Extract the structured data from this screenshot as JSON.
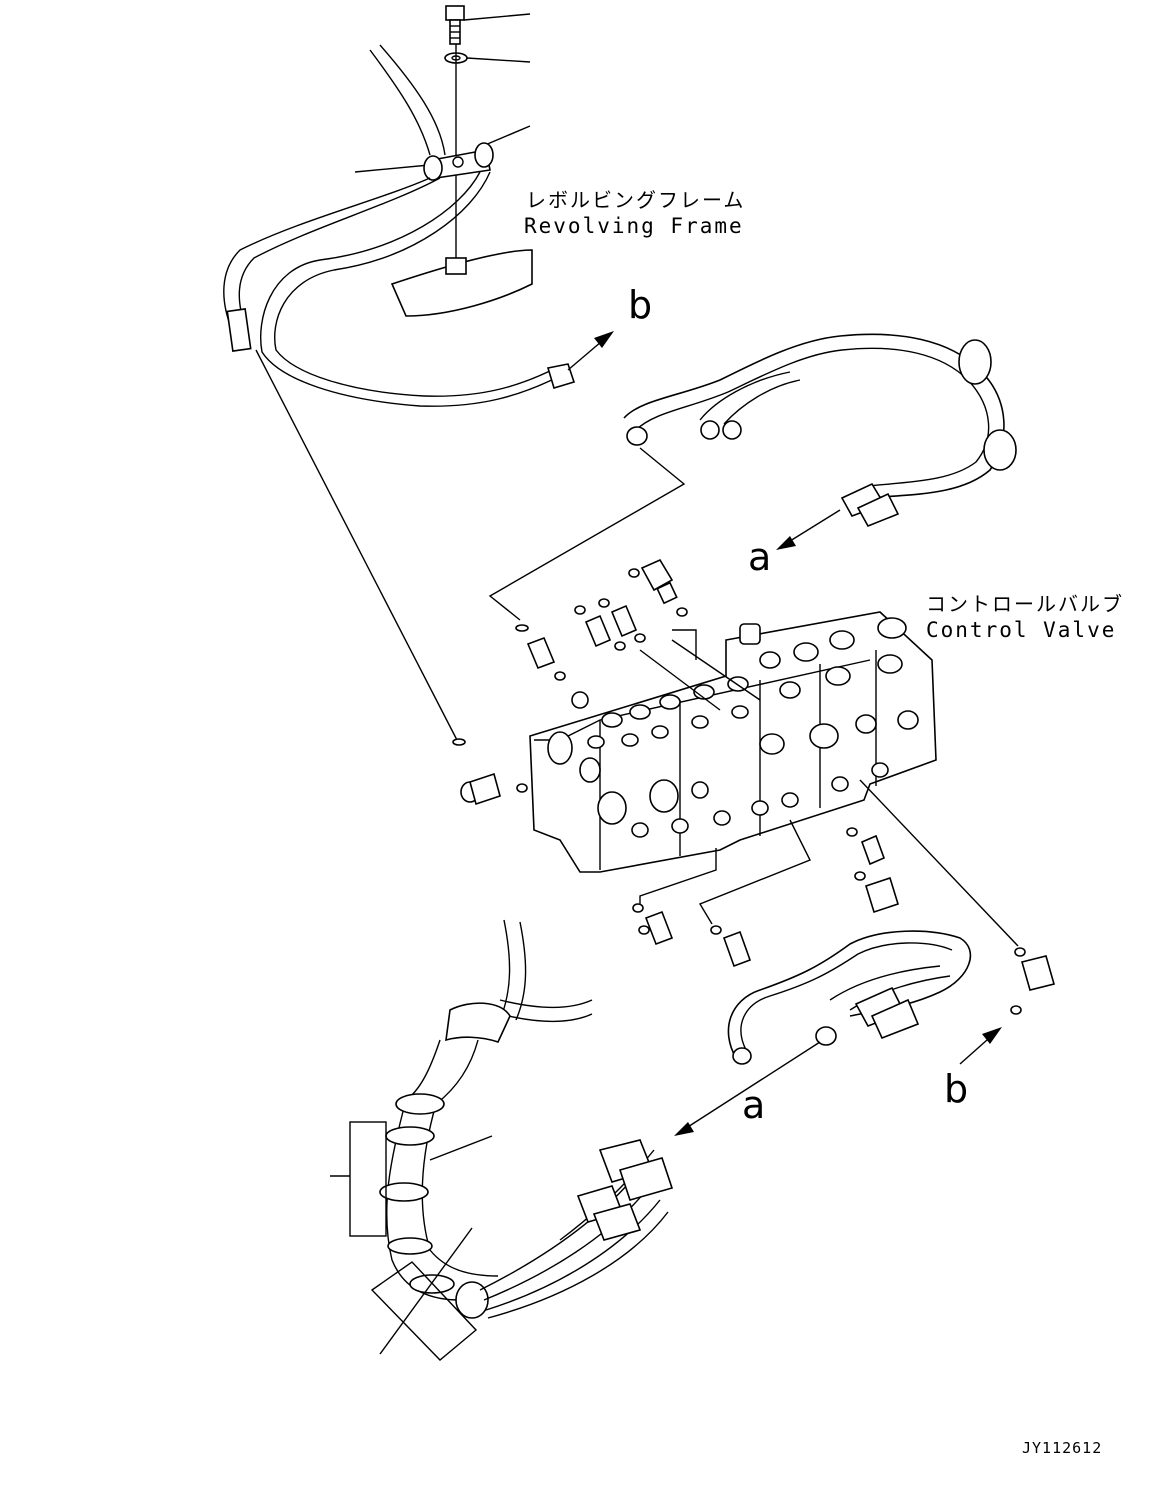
{
  "labels": {
    "revolving_frame_jp": "レボルビングフレーム",
    "revolving_frame_en": "Revolving Frame",
    "control_valve_jp": "コントロールバルブ",
    "control_valve_en": "Control Valve",
    "ref_b_top": "b",
    "ref_a_mid": "a",
    "ref_a_bottom": "a",
    "ref_b_bottom": "b",
    "drawing_code": "JY112612"
  },
  "colors": {
    "ink": "#000000",
    "paper": "#ffffff"
  }
}
